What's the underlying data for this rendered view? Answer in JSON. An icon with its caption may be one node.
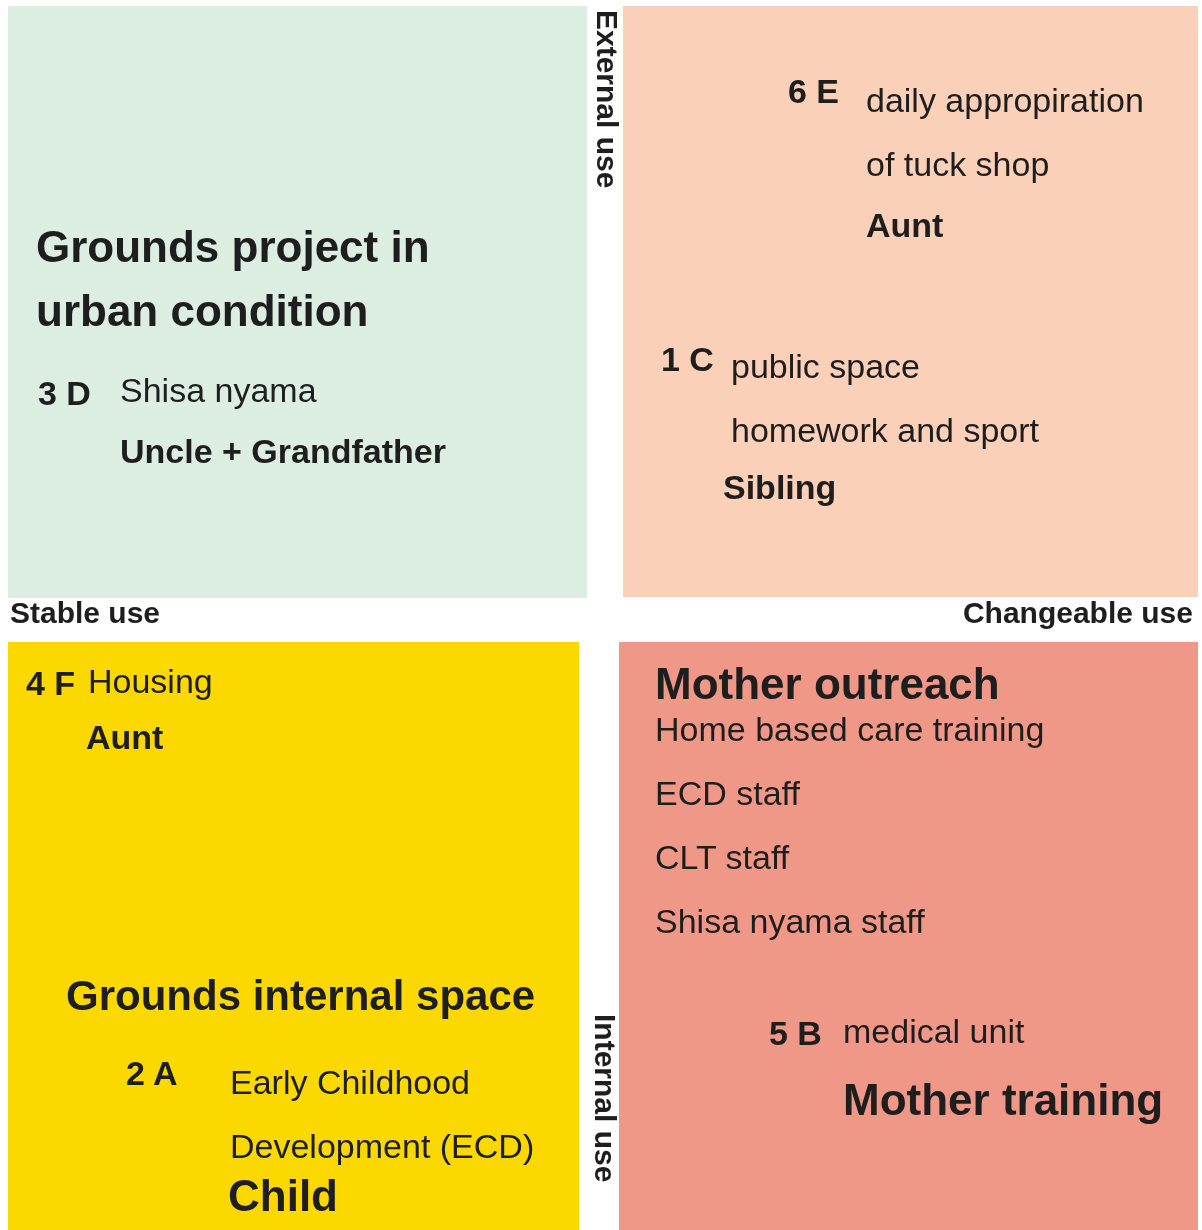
{
  "diagram": {
    "nodes": [
      {
        "text": [
          "Grounds project in urban condition",
          "3 D",
          "Shisa nyama",
          "Uncle + Grandfather"
        ]
      },
      {
        "text": [
          "6 E",
          "daily appropiration of tuck shop",
          "Aunt",
          "1 C",
          "public space homework and sport",
          "Sibling"
        ]
      },
      {
        "text": [
          "4 F",
          "Housing",
          "Aunt",
          "Grounds internal space",
          "2 A",
          "Early Childhood Development (ECD)",
          "Child"
        ]
      },
      {
        "text": [
          "Mother outreach",
          "Home based care training",
          "ECD staff",
          "CLT staff",
          "Shisa nyama staff",
          "5 B",
          "medical unit",
          "Mother training"
        ]
      }
    ],
    "edges": [],
    "labels": [
      "External use",
      "Stable use",
      "Changeable use",
      "Internal use"
    ]
  }
}
